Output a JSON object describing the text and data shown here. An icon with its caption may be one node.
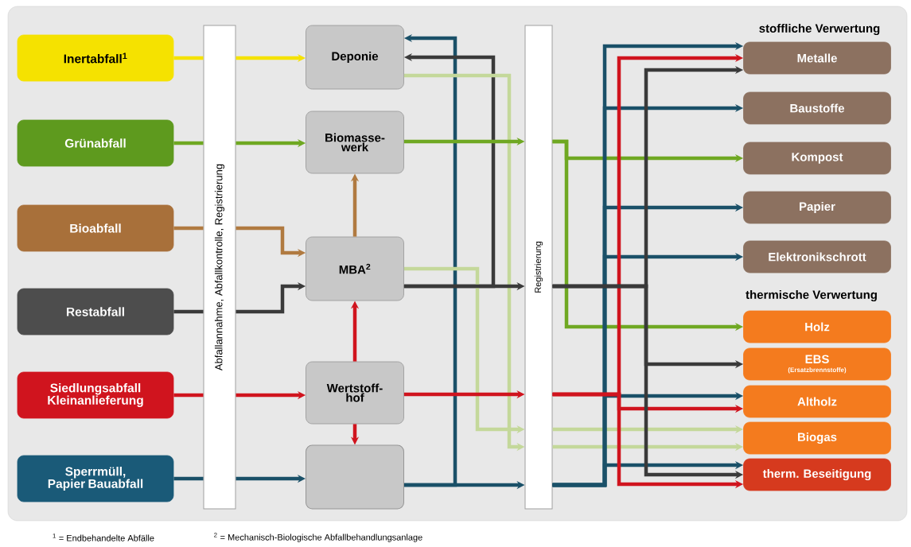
{
  "diagram": {
    "nodes": [
      {
        "text": [
          "Inertabfall$^{1}$"
        ]
      },
      {
        "text": [
          "Grünabfall"
        ]
      },
      {
        "text": [
          "Bioabfall"
        ]
      },
      {
        "text": [
          "Restabfall"
        ]
      },
      {
        "text": [
          "Siedlungsabfall Kleinanlieferung"
        ]
      },
      {
        "text": [
          "Sperrmüll, Papier Bauabfall"
        ]
      },
      {
        "text": [
          "Abfallannahme, Abfallkontrolle, Registrierung"
        ]
      },
      {
        "text": [
          "Deponie"
        ]
      },
      {
        "text": [
          "Biomasse-werk"
        ]
      },
      {
        "text": [
          "MBA$^{2}$"
        ]
      },
      {
        "text": [
          "Wertstoff-hof"
        ]
      },
      {
        "text": [],
        "shape": "box"
      },
      {
        "text": [
          "Registrierung"
        ]
      },
      {
        "text": [
          "Metalle"
        ]
      },
      {
        "text": [
          "Baustoffe"
        ]
      },
      {
        "text": [
          "Kompost"
        ]
      },
      {
        "text": [
          "Papier"
        ]
      },
      {
        "text": [
          "Elektronikschrott"
        ]
      },
      {
        "text": [
          "Holz"
        ]
      },
      {
        "text": [
          "EBS",
          "(Ersatzbrennstoffe)"
        ]
      },
      {
        "text": [
          "Altholz"
        ]
      },
      {
        "text": [
          "Biogas"
        ]
      },
      {
        "text": [
          "therm. Beseitigung"
        ]
      }
    ],
    "edges": [
      {
        "from": 0,
        "to": 6,
        "arrow": "none",
        "color": "#f5e200"
      },
      {
        "from": 6,
        "to": 7,
        "arrow": "to",
        "color": "#f5e200"
      },
      {
        "from": 1,
        "to": 6,
        "arrow": "none",
        "color": "#6fa822"
      },
      {
        "from": 6,
        "to": 8,
        "arrow": "to",
        "color": "#6fa822"
      },
      {
        "from": 2,
        "to": 6,
        "arrow": "none",
        "color": "#b07a40"
      },
      {
        "from": 6,
        "to": 9,
        "arrow": "to",
        "color": "#b07a40"
      },
      {
        "from": 3,
        "to": 6,
        "arrow": "none",
        "color": "#3a3a3a"
      },
      {
        "from": 6,
        "to": 9,
        "arrow": "to",
        "color": "#3a3a3a"
      },
      {
        "from": 4,
        "to": 6,
        "arrow": "none",
        "color": "#d0141e"
      },
      {
        "from": 6,
        "to": 10,
        "arrow": "to",
        "color": "#d0141e"
      },
      {
        "from": 5,
        "to": 6,
        "arrow": "none",
        "color": "#1a5068"
      },
      {
        "from": 6,
        "to": 11,
        "arrow": "to",
        "color": "#1a5068"
      },
      {
        "from": 9,
        "to": 8,
        "arrow": "to",
        "color": "#b07a40"
      },
      {
        "from": 10,
        "to": 9,
        "arrow": "to",
        "color": "#d0141e"
      },
      {
        "from": 10,
        "to": 11,
        "arrow": "to",
        "color": "#d0141e"
      },
      {
        "from": 11,
        "to": 7,
        "arrow": "to",
        "color": "#1a5068"
      },
      {
        "from": 9,
        "to": 7,
        "arrow": "to",
        "color": "#3a3a3a"
      },
      {
        "from": 7,
        "to": 12,
        "arrow": "to",
        "color": "#c4d89a"
      },
      {
        "from": 9,
        "to": 12,
        "arrow": "to",
        "color": "#c4d89a"
      },
      {
        "from": 8,
        "to": 12,
        "arrow": "to",
        "color": "#6fa822"
      },
      {
        "from": 9,
        "to": 12,
        "arrow": "to",
        "color": "#3a3a3a"
      },
      {
        "from": 10,
        "to": 12,
        "arrow": "to",
        "color": "#d0141e"
      },
      {
        "from": 11,
        "to": 12,
        "arrow": "to",
        "color": "#1a5068"
      },
      {
        "from": 12,
        "to": 15,
        "arrow": "to",
        "color": "#6fa822"
      },
      {
        "from": 12,
        "to": 18,
        "arrow": "to",
        "color": "#6fa822"
      },
      {
        "from": 12,
        "to": 21,
        "arrow": "to",
        "color": "#c4d89a"
      },
      {
        "from": 12,
        "to": 21,
        "arrow": "to",
        "color": "#c4d89a"
      },
      {
        "from": 12,
        "to": 13,
        "arrow": "to",
        "color": "#1a5068"
      },
      {
        "from": 12,
        "to": 14,
        "arrow": "to",
        "color": "#1a5068"
      },
      {
        "from": 12,
        "to": 16,
        "arrow": "to",
        "color": "#1a5068"
      },
      {
        "from": 12,
        "to": 17,
        "arrow": "to",
        "color": "#1a5068"
      },
      {
        "from": 12,
        "to": 20,
        "arrow": "to",
        "color": "#1a5068"
      },
      {
        "from": 12,
        "to": 22,
        "arrow": "to",
        "color": "#1a5068"
      },
      {
        "from": 12,
        "to": 13,
        "arrow": "to",
        "color": "#d0141e"
      },
      {
        "from": 12,
        "to": 20,
        "arrow": "to",
        "color": "#d0141e"
      },
      {
        "from": 12,
        "to": 22,
        "arrow": "to",
        "color": "#d0141e"
      },
      {
        "from": 12,
        "to": 13,
        "arrow": "to",
        "color": "#3a3a3a"
      },
      {
        "from": 12,
        "to": 19,
        "arrow": "to",
        "color": "#3a3a3a"
      },
      {
        "from": 12,
        "to": 22,
        "arrow": "to",
        "color": "#3a3a3a"
      }
    ],
    "labels": [
      "stoffliche Verwertung",
      "thermische Verwertung",
      "$^{1}$ = Endbehandelte Abfälle",
      "$^{2}$ = Mechanisch-Biologische Abfallbehandlungsanlage"
    ]
  }
}
